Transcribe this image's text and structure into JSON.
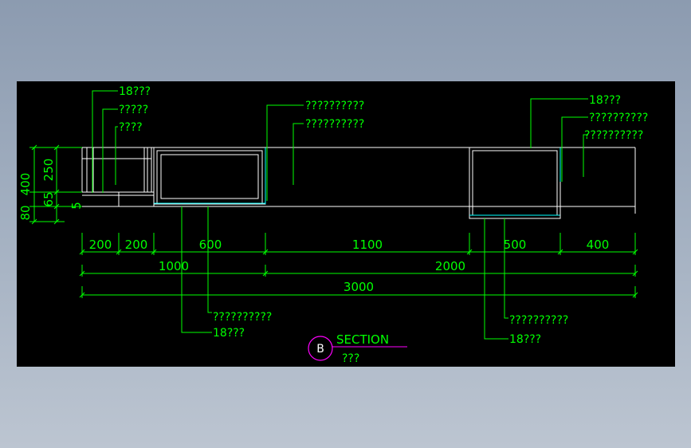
{
  "colors": {
    "dimension": "#00ff00",
    "geometry": "#ffffff",
    "accent": "#00ffff",
    "title_marker": "#ff00ff",
    "viewport": "#000000"
  },
  "labels": {
    "tl_1": "18???",
    "tl_2": "?????",
    "tl_3": "????",
    "tm_1": "??????????",
    "tm_2": "??????????",
    "tr_1": "18???",
    "tr_2": "??????????",
    "tr_3": "??????????",
    "bl_1": "??????????",
    "bl_2": "18???",
    "br_1": "??????????",
    "br_2": "18???"
  },
  "dimensions": {
    "row1": [
      "200",
      "200",
      "600",
      "1100",
      "500",
      "400"
    ],
    "row2": [
      "1000",
      "2000"
    ],
    "row3": "3000",
    "vertical": [
      "400",
      "250",
      "80",
      "65",
      "5"
    ]
  },
  "title": {
    "marker": "B",
    "name": "SECTION",
    "scale": "???"
  }
}
